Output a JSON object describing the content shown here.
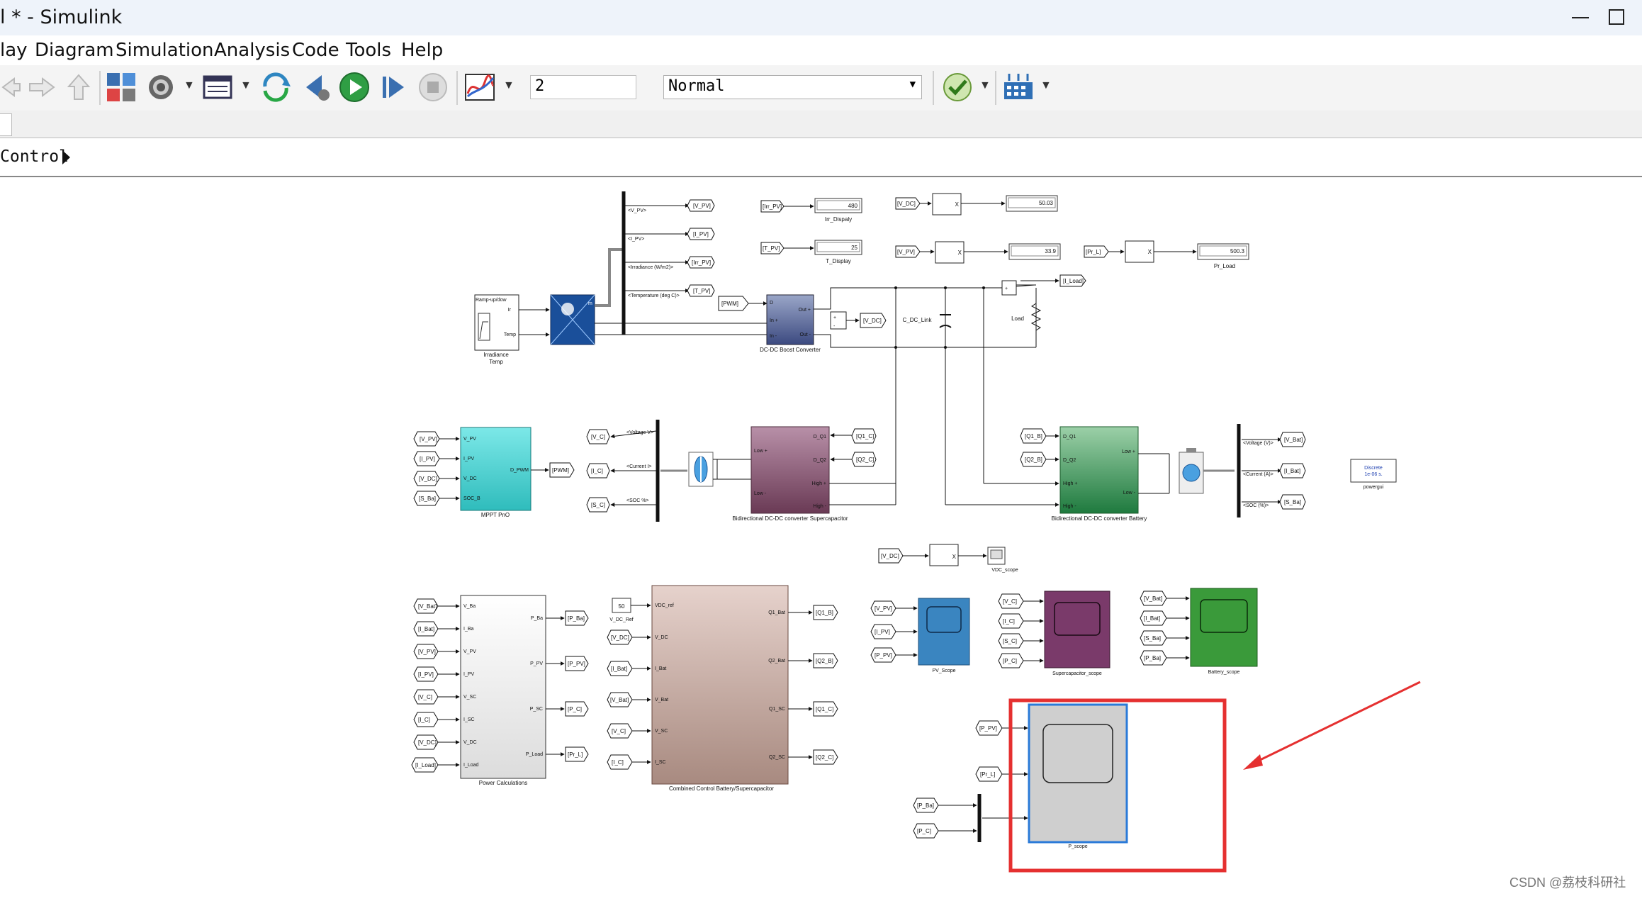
{
  "window": {
    "title": "l * - Simulink"
  },
  "menu": [
    "lay",
    "Diagram",
    "Simulation",
    "Analysis",
    "Code",
    "Tools",
    "Help"
  ],
  "toolbar": {
    "icons": [
      "back-icon",
      "forward-icon",
      "up-icon",
      "library-browser-icon",
      "model-settings-icon",
      "model-explorer-icon",
      "update-diagram-icon",
      "step-back-icon",
      "run-icon",
      "step-forward-icon",
      "stop-icon",
      "data-inspector-icon",
      "model-advisor-icon",
      "scheduling-icon"
    ],
    "stop_time": "2",
    "sim_mode": "Normal"
  },
  "breadcrumb": {
    "path": "Control"
  },
  "model": {
    "blocks": {
      "irradiance_temp": "Irradiance\nTemp",
      "ramp_text": "Ramp-up/dow",
      "pv_ports": [
        "Ir",
        "Temp"
      ],
      "dcdc_boost": "DC-DC Boost Converter",
      "mppt": "MPPT PnO",
      "bidir_sc": "Bidirectional DC-DC converter Supercapacitor",
      "bidir_bat": "Bidirectional DC-DC converter Battery",
      "power_calc": "Power Calculations",
      "combined_ctrl": "Combined Control Battery/Supercapacitor",
      "c_dc_link": "C_DC_Link",
      "load": "Load",
      "irr_display": "Irr_Dispaly",
      "t_display": "T_Display",
      "pr_load": "Pr_Load",
      "vdc_scope": "VDC_scope",
      "pv_scope": "PV_Scope",
      "sc_scope": "Supercapacitor_scope",
      "bat_scope": "Battery_scope",
      "p_scope": "P_scope",
      "powergui": "powergui",
      "powergui_text": "Discrete\n1e-06 s.",
      "v_dc_ref": "V_DC_Ref",
      "v_dc_ref_value": "50"
    },
    "displays": {
      "irr": "480",
      "temp": "25",
      "vdc": "50.03",
      "vpv": "33.9",
      "prl": "500.3"
    },
    "bus_signals_pv": [
      "<V_PV>",
      "<I_PV>",
      "<Irradiance (W/m2)>",
      "<Temperature (deg C)>"
    ],
    "bus_signals_sc": [
      "<Voltage V>",
      "<Current I>",
      "<SOC %>"
    ],
    "bus_signals_bat": [
      "<Voltage (V)>",
      "<Current (A)>",
      "<SOC (%)>"
    ],
    "tags_pv": [
      "[V_PV]",
      "[I_PV]",
      "[Irr_PV]",
      "[T_PV]"
    ],
    "tags_mppt_in": [
      "[V_PV]",
      "[I_PV]",
      "[V_DC]",
      "[S_Ba]"
    ],
    "mppt_ports_in": [
      "V_PV",
      "I_PV",
      "V_DC",
      "SOC_B"
    ],
    "mppt_port_out": "D_PWM",
    "mppt_tag_out": "[PWM]",
    "sc_tags_left": [
      "[V_C]",
      "[I_C]",
      "[S_C]"
    ],
    "sc_ports_in": [
      "D_Q1",
      "D_Q2"
    ],
    "sc_ports_out": [
      "Low +",
      "Low -",
      "High +",
      "High -"
    ],
    "sc_tags_right": [
      "[Q1_C]",
      "[Q2_C]"
    ],
    "bat_tags_left": [
      "[Q1_B]",
      "[Q2_B]"
    ],
    "bat_ports_in": [
      "D_Q1",
      "D_Q2",
      "High +",
      "High -"
    ],
    "bat_ports_out": [
      "Low +",
      "Low -"
    ],
    "bat_tags_right": [
      "[V_Bat]",
      "[I_Bat]",
      "[S_Ba]"
    ],
    "pc_tags_in": [
      "[V_Bat]",
      "[I_Bat]",
      "[V_PV]",
      "[I_PV]",
      "[V_C]",
      "[I_C]",
      "[V_DC]",
      "[I_Load]"
    ],
    "pc_ports_in": [
      "V_Ba",
      "I_Ba",
      "V_PV",
      "I_PV",
      "V_SC",
      "I_SC",
      "V_DC",
      "I_Load"
    ],
    "pc_ports_out": [
      "P_Ba",
      "P_PV",
      "P_SC",
      "P_Load"
    ],
    "pc_tags_out": [
      "[P_Ba]",
      "[P_PV]",
      "[P_C]",
      "[Pr_L]"
    ],
    "cc_tags_in": [
      "[V_DC]",
      "[I_Bat]",
      "[V_Bat]",
      "[V_C]",
      "[I_C]"
    ],
    "cc_ports_in": [
      "VDC_ref",
      "V_DC",
      "I_Bat",
      "V_Bat",
      "V_SC",
      "I_SC"
    ],
    "cc_ports_out": [
      "Q1_Bat",
      "Q2_Bat",
      "Q1_SC",
      "Q2_SC"
    ],
    "cc_tags_out": [
      "[Q1_B]",
      "[Q2_B]",
      "[Q1_C]",
      "[Q2_C]"
    ],
    "pv_scope_tags": [
      "[V_PV]",
      "[I_PV]",
      "[P_PV]"
    ],
    "sc_scope_tags": [
      "[V_C]",
      "[I_C]",
      "[S_C]",
      "[P_C]"
    ],
    "bat_scope_tags": [
      "[V_Bat]",
      "[I_Bat]",
      "[S_Ba]",
      "[P_Ba]"
    ],
    "p_scope_tags": [
      "[P_PV]",
      "[Pr_L]",
      "[P_Ba]",
      "[P_C]"
    ],
    "misc_tags": {
      "irr_pv": "[Irr_PV]",
      "t_pv": "[T_PV]",
      "v_dc": "[V_DC]",
      "v_pv": "[V_PV]",
      "pr_l": "[Pr_L]",
      "i_load": "[I_Load]",
      "pwm": "[PWM]"
    },
    "dcdc_ports": [
      "D",
      "In +",
      "In -",
      "Out +",
      "Out -"
    ],
    "pv_panel_port": "m",
    "annotation_color": "#e53030"
  },
  "watermark": "CSDN @荔枝科研社"
}
